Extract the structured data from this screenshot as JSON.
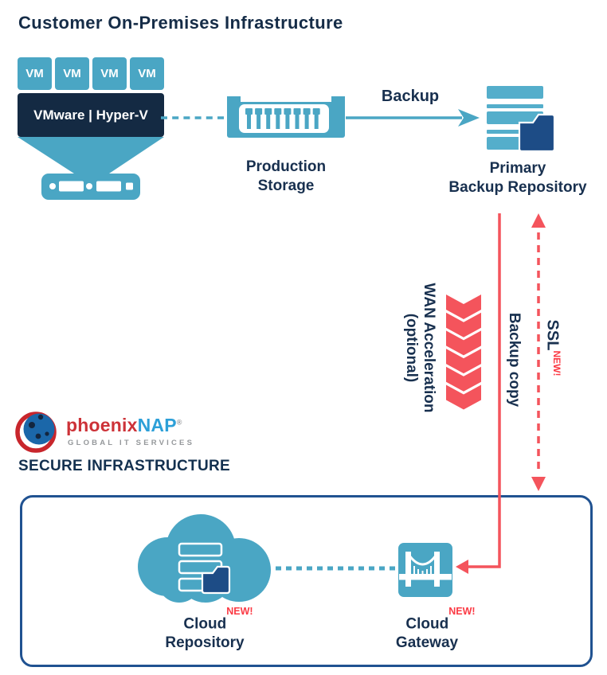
{
  "colors": {
    "teal": "#4aa6c4",
    "repo_bars_teal": "#54aecb",
    "navy": "#142b45",
    "label_navy": "#18304f",
    "red": "#f4545c",
    "new_badge_red": "#fb3a44",
    "folder_blue": "#1d4c86",
    "secure_box_border": "#205291",
    "phoenix_red": "#cd3238",
    "nap_blue": "#2da0d8",
    "tagline_gray": "#95989b"
  },
  "onprem": {
    "title": "Customer On-Premises Infrastructure",
    "vm_labels": [
      "VM",
      "VM",
      "VM",
      "VM"
    ],
    "hypervisor_label": "VMware | Hyper-V",
    "production_storage": {
      "line1": "Production",
      "line2": "Storage"
    },
    "backup_arrow_label": "Backup",
    "primary_repository": {
      "line1": "Primary",
      "line2": "Backup Repository"
    }
  },
  "transfer": {
    "wan_acceleration": {
      "line1": "WAN Acceleration",
      "line2": "(optional)"
    },
    "backup_copy_label": "Backup copy",
    "ssl_label": "SSL",
    "ssl_new_badge": "NEW!"
  },
  "provider": {
    "brand_phoenix": "phoenix",
    "brand_nap": "NAP",
    "brand_reg": "®",
    "brand_tagline": "GLOBAL IT SERVICES",
    "section_title": "SECURE INFRASTRUCTURE"
  },
  "secure_zone": {
    "cloud_repository": {
      "line1": "Cloud",
      "line2": "Repository",
      "new_badge": "NEW!"
    },
    "cloud_gateway": {
      "line1": "Cloud",
      "line2": "Gateway",
      "new_badge": "NEW!"
    }
  }
}
